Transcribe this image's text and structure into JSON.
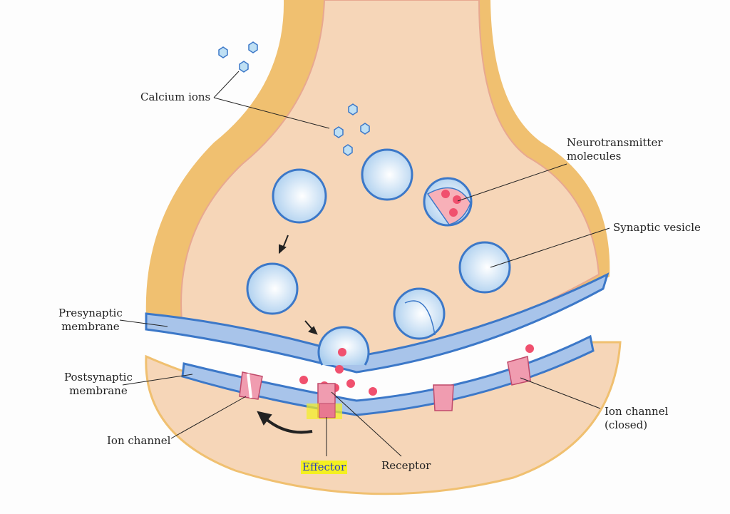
{
  "labels": {
    "calcium_ions": "Calcium ions",
    "neurotransmitter": "Neurotransmitter\nmolecules",
    "synaptic_vesicle": "Synaptic vesicle",
    "presynaptic": "Presynaptic\nmembrane",
    "postsynaptic": "Postsynaptic\nmembrane",
    "ion_channel": "Ion channel",
    "effector": "Effector",
    "receptor": "Receptor",
    "ion_channel_closed": "Ion channel\n(closed)"
  },
  "colors": {
    "cytoplasm": "#f6d6b8",
    "membrane_outer": "#f0c070",
    "membrane_blue": "#a8c4ea",
    "membrane_edge": "#3c78c8",
    "vesicle": "#cfe6f8",
    "neurotransmitter": "#f0506e",
    "channel": "#f09cb0",
    "highlight": "#f4f020"
  }
}
